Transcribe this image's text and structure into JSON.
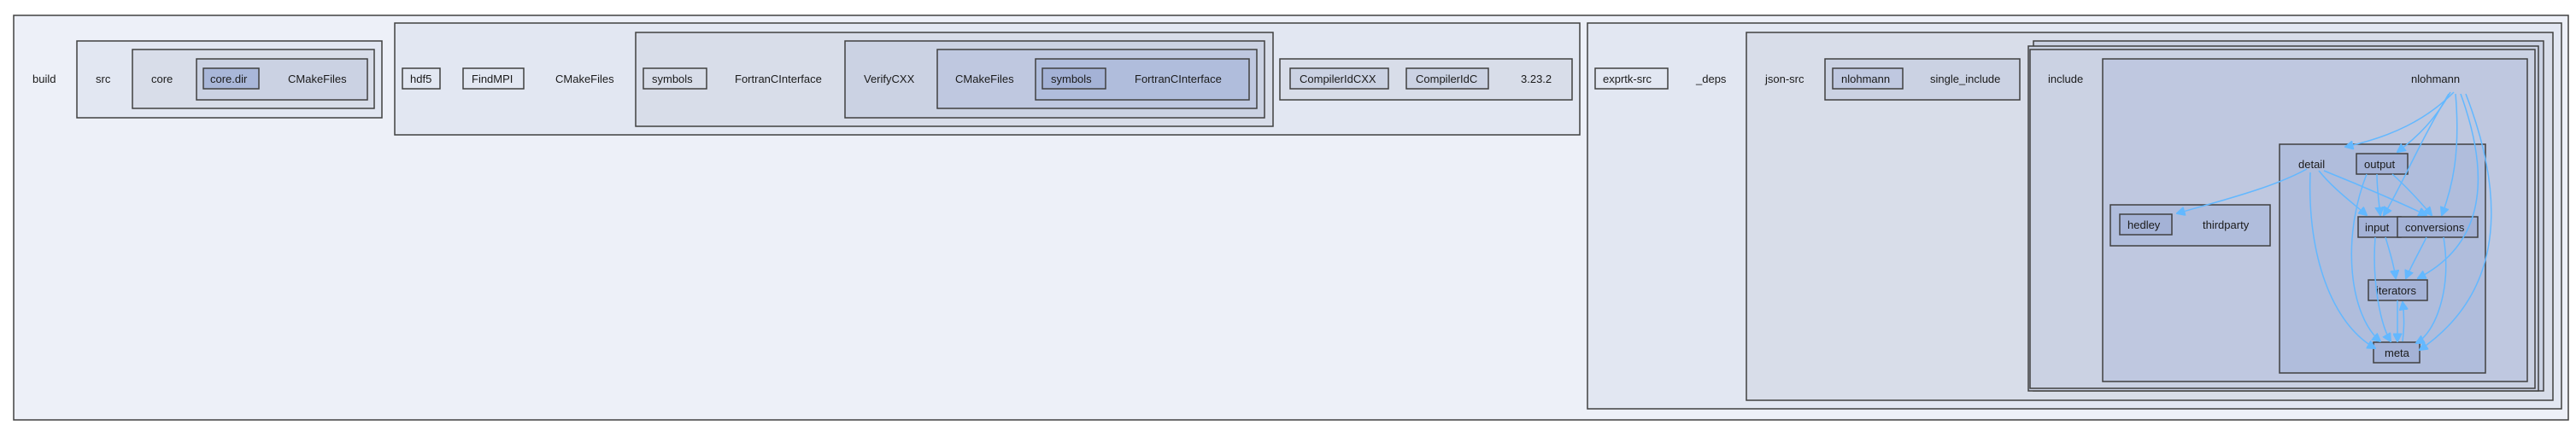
{
  "diagram": {
    "colors": {
      "root_fill": "#edf0f8",
      "level1_fill": "#e2e7f2",
      "level2_fill": "#d8dde9",
      "level3_fill": "#cbd2e3",
      "level4_fill": "#bfc8e0",
      "leaf_fill": "#c6cfe6",
      "leaf_fill_deep": "#a9b7d9",
      "border": "#404040",
      "edge": "#63b8ff"
    },
    "clusters": {
      "build": "build",
      "src": "src",
      "core": "core",
      "core_cmakefiles": "CMakeFiles",
      "cmakefiles": "CMakeFiles",
      "fortrancinterface": "FortranCInterface",
      "verifycxx": "VerifyCXX",
      "verifycxx_cmakefiles": "CMakeFiles",
      "fci_nested": "FortranCInterface",
      "version": "3.23.2",
      "deps": "_deps",
      "json_src": "json-src",
      "single_include": "single_include",
      "include": "include",
      "nlohmann": "nlohmann",
      "detail": "detail",
      "thirdparty": "thirdparty"
    },
    "leaves": {
      "core_dir": "core.dir",
      "hdf5": "hdf5",
      "findmpi": "FindMPI",
      "symbols": "symbols",
      "symbols_nested": "symbols",
      "compileridcxx": "CompilerIdCXX",
      "compileridc": "CompilerIdC",
      "exprtk_src": "exprtk-src",
      "single_include_nlohmann": "nlohmann",
      "output": "output",
      "input": "input",
      "conversions": "conversions",
      "iterators": "iterators",
      "meta": "meta",
      "hedley": "hedley"
    }
  }
}
